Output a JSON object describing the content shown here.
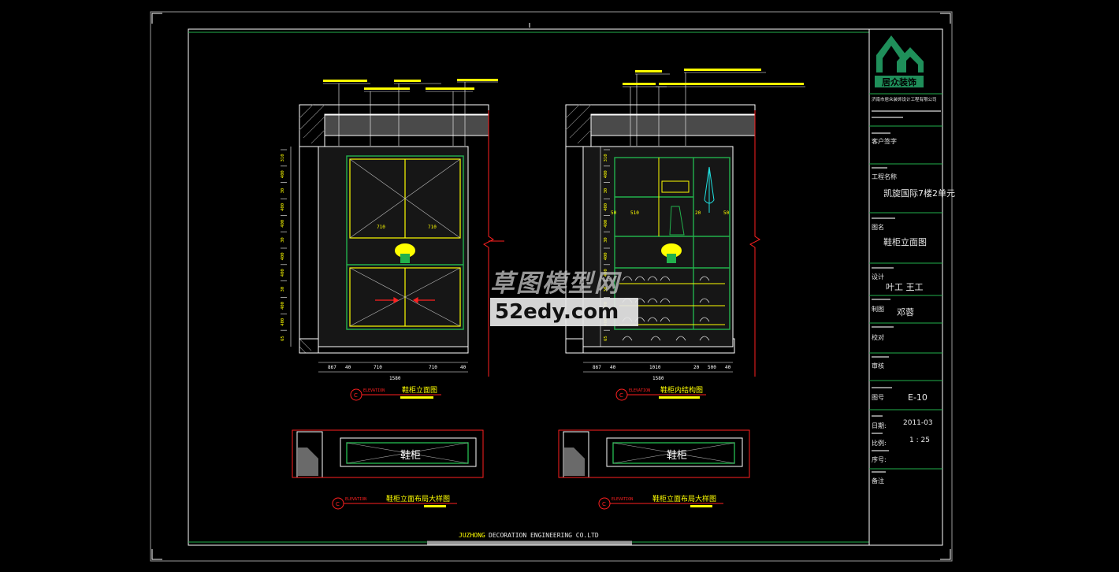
{
  "colors": {
    "background": "#000000",
    "frame": "#ffffff",
    "frame_dim": "#9a9a9a",
    "green": "#22b14c",
    "yellow": "#ffff00",
    "red": "#ff2020",
    "cyan": "#20e0e0",
    "title_text": "#e8e8e8",
    "logo_green": "#1f8f5a"
  },
  "titleblock": {
    "company_name": "居众装饰",
    "company_full": "济南市居众装饰设计工程有限公司",
    "client_cn": "客户签字",
    "project_cn": "工程名称",
    "project_value": "凯旋国际7楼2单元",
    "drawing_cn": "图名",
    "drawing_value": "鞋柜立面图",
    "design_cn": "设计",
    "design_value": "叶工   王工",
    "drawn_cn": "制图",
    "drawn_value": "邓蓉",
    "check_cn": "校对",
    "audit_cn": "审核",
    "number_cn": "图号",
    "number_value": "E-10",
    "date_cn": "日期:",
    "date_value": "2011-03",
    "scale_cn": "比例:",
    "scale_value": "1 : 25",
    "seq_cn": "序号:",
    "remark_cn": "备注"
  },
  "views": {
    "left_title": "鞋柜立面图",
    "right_title": "鞋柜内结构图",
    "elevation_label": "ELEVATION",
    "section_marker": "C",
    "plan_left_title": "鞋柜立面布局大样图",
    "plan_right_title": "鞋柜立面布局大样图",
    "plan_label": "鞋柜"
  },
  "dims": {
    "left_bottom": [
      "867",
      "40",
      "710",
      "710",
      "40"
    ],
    "left_total": "1580",
    "right_bottom": [
      "867",
      "40",
      "1010",
      "20",
      "500",
      "40"
    ],
    "right_total": "1580",
    "left_vertical": [
      "310",
      "400",
      "30",
      "400",
      "400",
      "30",
      "400",
      "400",
      "30",
      "400",
      "400",
      "65"
    ],
    "door_widths": [
      "710",
      "710"
    ],
    "right_inner": [
      "50",
      "510",
      "20",
      "50"
    ]
  },
  "footer": {
    "company_en_1": "JUZHONG",
    "company_en_2": "DECORATION ENGINEERING  CO.LTD"
  },
  "watermark": {
    "line1": "草图模型网",
    "line2": "52edy.com"
  }
}
